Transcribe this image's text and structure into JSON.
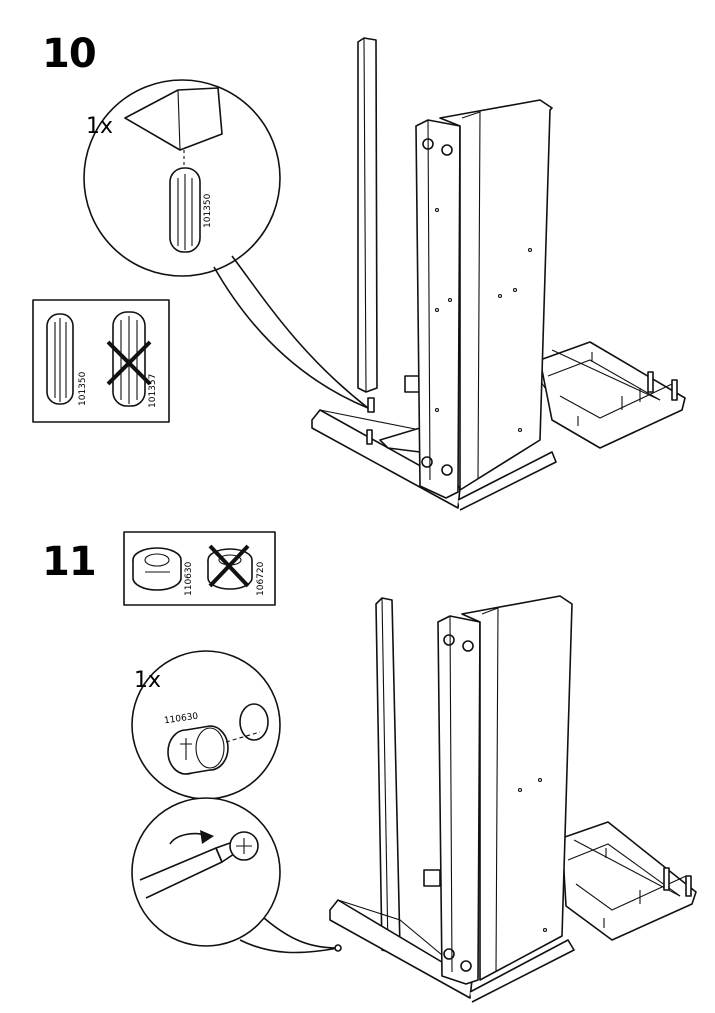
{
  "step10": {
    "number": "10",
    "quantity": "1x",
    "dowel_part": "101350",
    "compare_correct_part": "101350",
    "compare_wrong_part": "101357"
  },
  "step11": {
    "number": "11",
    "quantity": "1x",
    "cam_part": "110630",
    "compare_correct_part": "110630",
    "compare_wrong_part": "106720",
    "cam_label": "110630"
  },
  "icons": [
    "dowel-icon",
    "cam-lock-icon",
    "screwdriver-icon",
    "wrong-part-cross-icon",
    "rotate-arrow-icon"
  ]
}
